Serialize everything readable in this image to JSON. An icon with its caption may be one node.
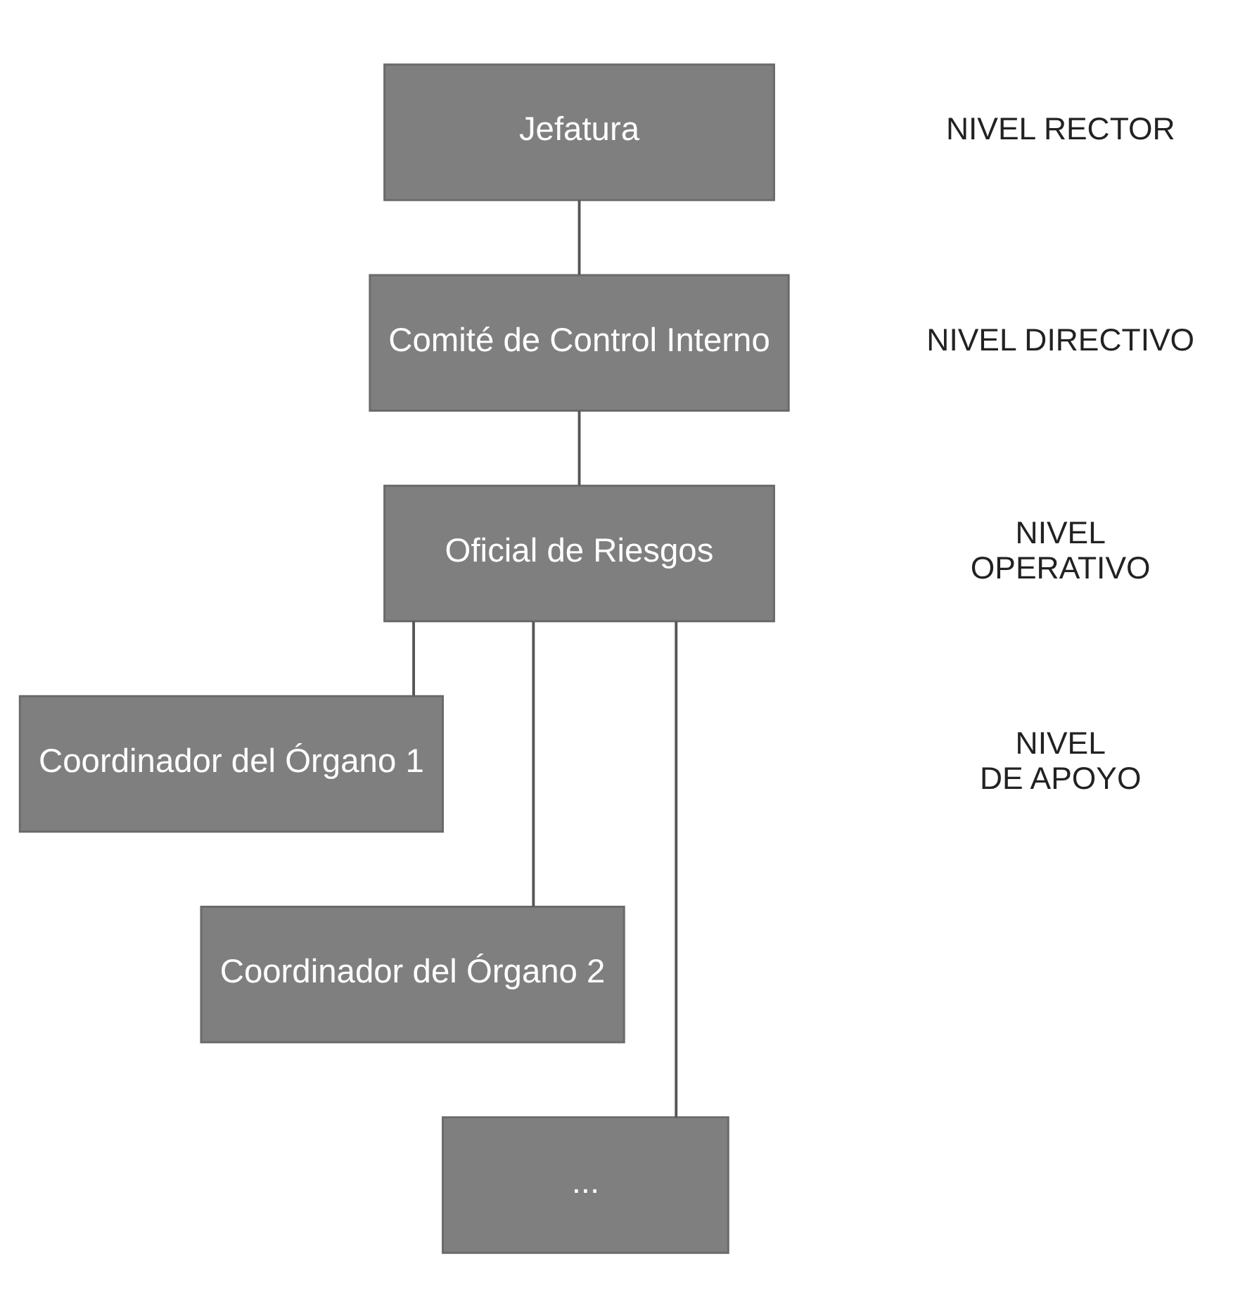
{
  "diagram": {
    "nodes": [
      {
        "text": [
          "Jefatura"
        ]
      },
      {
        "text": [
          "Comité de Control Interno"
        ]
      },
      {
        "text": [
          "Oficial de Riesgos"
        ]
      },
      {
        "text": [
          "Coordinador del Órgano 1"
        ]
      },
      {
        "text": [
          "Coordinador del Órgano 2"
        ]
      },
      {
        "text": [
          "..."
        ]
      }
    ],
    "edges": [
      {
        "from": 0,
        "to": 1,
        "arrow": "none"
      },
      {
        "from": 1,
        "to": 2,
        "arrow": "none"
      },
      {
        "from": 2,
        "to": 3,
        "arrow": "none"
      },
      {
        "from": 2,
        "to": 4,
        "arrow": "none"
      },
      {
        "from": 2,
        "to": 5,
        "arrow": "none"
      }
    ],
    "labels": [
      "NIVEL RECTOR",
      "NIVEL DIRECTIVO",
      "NIVEL OPERATIVO",
      "NIVEL DE APOYO"
    ]
  }
}
